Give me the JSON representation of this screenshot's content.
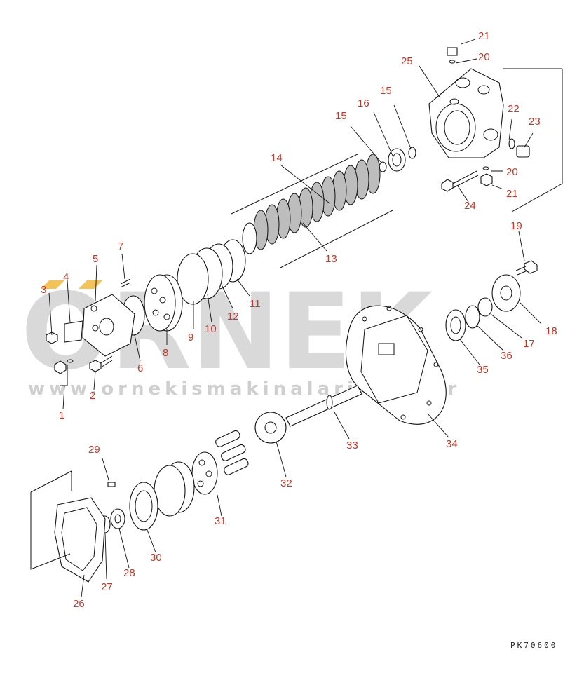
{
  "diagram": {
    "type": "exploded parts diagram",
    "watermark": {
      "brand": "ORNEK",
      "url": "www.ornekismakinalari.com.tr"
    },
    "drawing_code": "PK70600",
    "callouts": [
      "1",
      "2",
      "3",
      "4",
      "5",
      "6",
      "7",
      "8",
      "9",
      "10",
      "11",
      "12",
      "13",
      "14",
      "15",
      "15",
      "16",
      "17",
      "18",
      "19",
      "20",
      "20",
      "21",
      "21",
      "22",
      "23",
      "24",
      "25",
      "26",
      "27",
      "28",
      "29",
      "30",
      "31",
      "32",
      "33",
      "34",
      "35",
      "36"
    ],
    "colors": {
      "callout": "#c0392b",
      "highlight": "#f3c35a",
      "watermark": "#d9d9d9"
    }
  }
}
